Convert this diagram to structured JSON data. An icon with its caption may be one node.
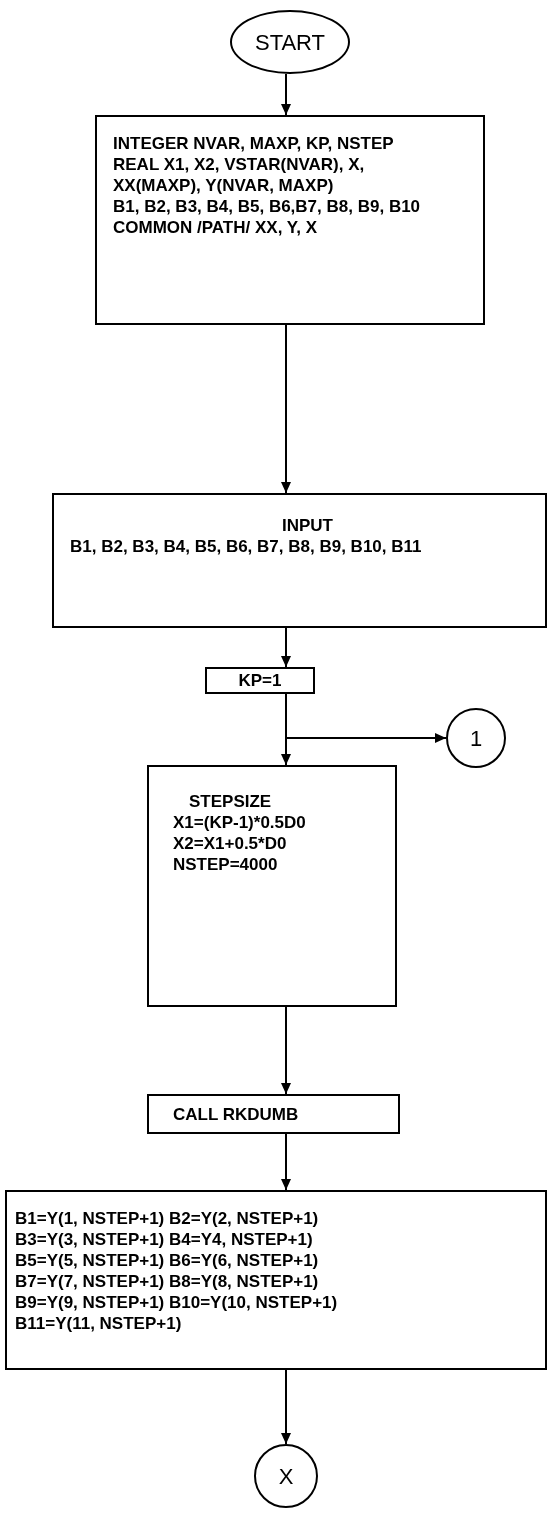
{
  "diagram": {
    "nodes": [
      {
        "text": [
          "START"
        ]
      },
      {
        "text": [
          "INTEGER NVAR, MAXP, KP, NSTEP",
          "REAL X1, X2, VSTAR(NVAR), X, XX(MAXP), Y(NVAR, MAXP)",
          "B1, B2, B3, B4, B5, B6,B7, B8, B9, B10",
          "COMMON /PATH/ XX, Y,  X"
        ]
      },
      {
        "text": [
          "INPUT",
          "B1, B2, B3, B4, B5, B6, B7, B8, B9, B10, B11"
        ]
      },
      {
        "text": [
          "KP=1"
        ]
      },
      {
        "text": [
          "1"
        ]
      },
      {
        "text": [
          "STEPSIZE",
          "X1=(KP-1)*0.5D0",
          "X2=X1+0.5*D0",
          "NSTEP=4000"
        ]
      },
      {
        "text": [
          "CALL RKDUMB"
        ]
      },
      {
        "text": [
          "B1=Y(1, NSTEP+1) B2=Y(2, NSTEP+1)",
          "B3=Y(3, NSTEP+1) B4=Y4, NSTEP+1)",
          "B5=Y(5, NSTEP+1) B6=Y(6, NSTEP+1)",
          "B7=Y(7, NSTEP+1) B8=Y(8, NSTEP+1)",
          "B9=Y(9, NSTEP+1) B10=Y(10, NSTEP+1)",
          "B11=Y(11, NSTEP+1)"
        ]
      },
      {
        "text": [
          "X"
        ]
      }
    ],
    "edges": [
      {
        "from": 0,
        "to": 1,
        "arrow": "to"
      },
      {
        "from": 1,
        "to": 2,
        "arrow": "to"
      },
      {
        "from": 2,
        "to": 3,
        "arrow": "to"
      },
      {
        "from": 3,
        "to": 5,
        "arrow": "to"
      },
      {
        "from": 3,
        "to": 4,
        "arrow": "to"
      },
      {
        "from": 5,
        "to": 6,
        "arrow": "to"
      },
      {
        "from": 6,
        "to": 7,
        "arrow": "to"
      },
      {
        "from": 7,
        "to": 8,
        "arrow": "to"
      }
    ]
  }
}
